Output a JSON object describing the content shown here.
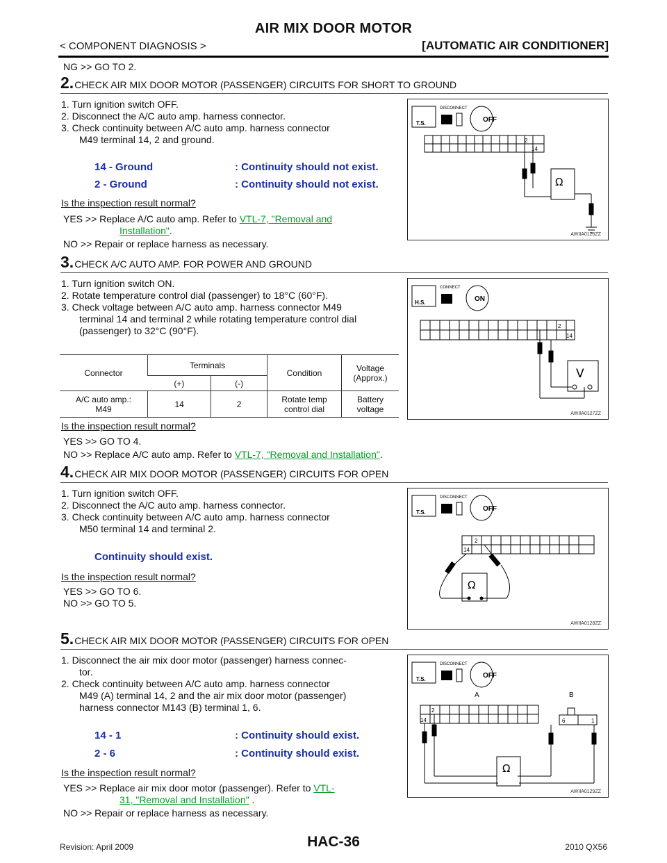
{
  "header": {
    "title": "AIR MIX DOOR MOTOR",
    "left": "< COMPONENT DIAGNOSIS >",
    "right": "[AUTOMATIC AIR CONDITIONER]"
  },
  "intro": "NG >> GO TO 2.",
  "steps": [
    {
      "num": "2.",
      "title": "CHECK AIR MIX DOOR MOTOR (PASSENGER) CIRCUITS FOR SHORT TO GROUND",
      "lines": [
        "1. Turn ignition switch OFF.",
        "2. Disconnect the A/C auto amp. harness connector.",
        "3. Check continuity between A/C auto amp. harness connector",
        "M49 terminal 14, 2 and ground."
      ],
      "spec": [
        [
          "14 - Ground",
          ": Continuity should not exist."
        ],
        [
          "2 - Ground",
          ": Continuity should not exist."
        ]
      ],
      "question": "Is the inspection result normal?",
      "yes": "YES >> Replace A/C auto amp. Refer to",
      "yes_link": "VTL-7, \"Removal and",
      "yes_link2": "Installation\"",
      "no": "NO >> Repair or replace harness as necessary.",
      "fig": {
        "badge": "T.S.",
        "label": "DISCONNECT",
        "switch": "OFF",
        "pins": [
          "2",
          "14"
        ],
        "meter": "Ω",
        "id": "AWIIA0126ZZ"
      }
    },
    {
      "num": "3.",
      "title": "CHECK A/C AUTO AMP. FOR POWER AND GROUND",
      "lines": [
        "1. Turn ignition switch ON.",
        "2. Rotate temperature control dial (passenger) to 18°C (60°F).",
        "3. Check voltage between A/C auto amp. harness connector M49",
        "terminal 14 and terminal 2 while rotating temperature control dial",
        "(passenger) to 32°C (90°F)."
      ],
      "table": {
        "h_connector": "Connector",
        "h_terminals": "Terminals",
        "h_condition": "Condition",
        "h_voltage": "Voltage\n(Approx.)",
        "h_plus": "(+)",
        "h_minus": "(-)",
        "r_connector": "A/C auto amp.:\nM49",
        "r_plus": "14",
        "r_minus": "2",
        "r_condition": "Rotate temp\ncontrol dial",
        "r_voltage": "Battery\nvoltage"
      },
      "question": "Is the inspection result normal?",
      "yes": "YES >> GO TO 4.",
      "no": "NO >> Replace A/C auto amp. Refer to",
      "no_link": "VTL-7, \"Removal and Installation\"",
      "fig": {
        "badge": "H.S.",
        "label": "CONNECT",
        "switch": "ON",
        "pins": [
          "2",
          "14"
        ],
        "meter": "V",
        "id": "AWIIA0127ZZ"
      }
    },
    {
      "num": "4.",
      "title": "CHECK AIR MIX DOOR MOTOR (PASSENGER) CIRCUITS FOR OPEN",
      "lines": [
        "1. Turn ignition switch OFF.",
        "2. Disconnect the A/C auto amp. harness connector.",
        "3. Check continuity between A/C auto amp. harness connector",
        "M50 terminal 14 and terminal 2."
      ],
      "spec_single": "Continuity should exist.",
      "question": "Is the inspection result normal?",
      "yes": "YES >> GO TO 6.",
      "no": "NO >> GO TO 5.",
      "fig": {
        "badge": "T.S.",
        "label": "DISCONNECT",
        "switch": "OFF",
        "pins": [
          "2",
          "14"
        ],
        "meter": "Ω",
        "id": "AWIIA0128ZZ"
      }
    },
    {
      "num": "5.",
      "title": "CHECK AIR MIX DOOR MOTOR (PASSENGER) CIRCUITS FOR OPEN",
      "lines": [
        "1. Disconnect the air mix door motor (passenger) harness connec-",
        "tor.",
        "2. Check continuity between A/C auto amp. harness connector",
        "M49 (A) terminal 14, 2 and the air mix door motor (passenger)",
        "harness connector M143 (B) terminal 1, 6."
      ],
      "spec": [
        [
          "14 - 1",
          ": Continuity should exist."
        ],
        [
          "2 - 6",
          ": Continuity should exist."
        ]
      ],
      "question": "Is the inspection result normal?",
      "yes": "YES >> Replace air mix door motor (passenger). Refer to",
      "yes_link": "VTL-",
      "yes_link2": "31, \"Removal and Installation\"",
      "no": "NO >> Repair or replace harness as necessary.",
      "fig": {
        "badge": "T.S.",
        "label": "DISCONNECT",
        "switch": "OFF",
        "pins": [
          "2",
          "14",
          "6",
          "1"
        ],
        "conn_a": "A",
        "conn_b": "B",
        "meter": "Ω",
        "id": "AWIIA0129ZZ"
      }
    }
  ],
  "footer": {
    "left": "Revision: April 2009",
    "center": "HAC-36",
    "right": "2010 QX56"
  }
}
